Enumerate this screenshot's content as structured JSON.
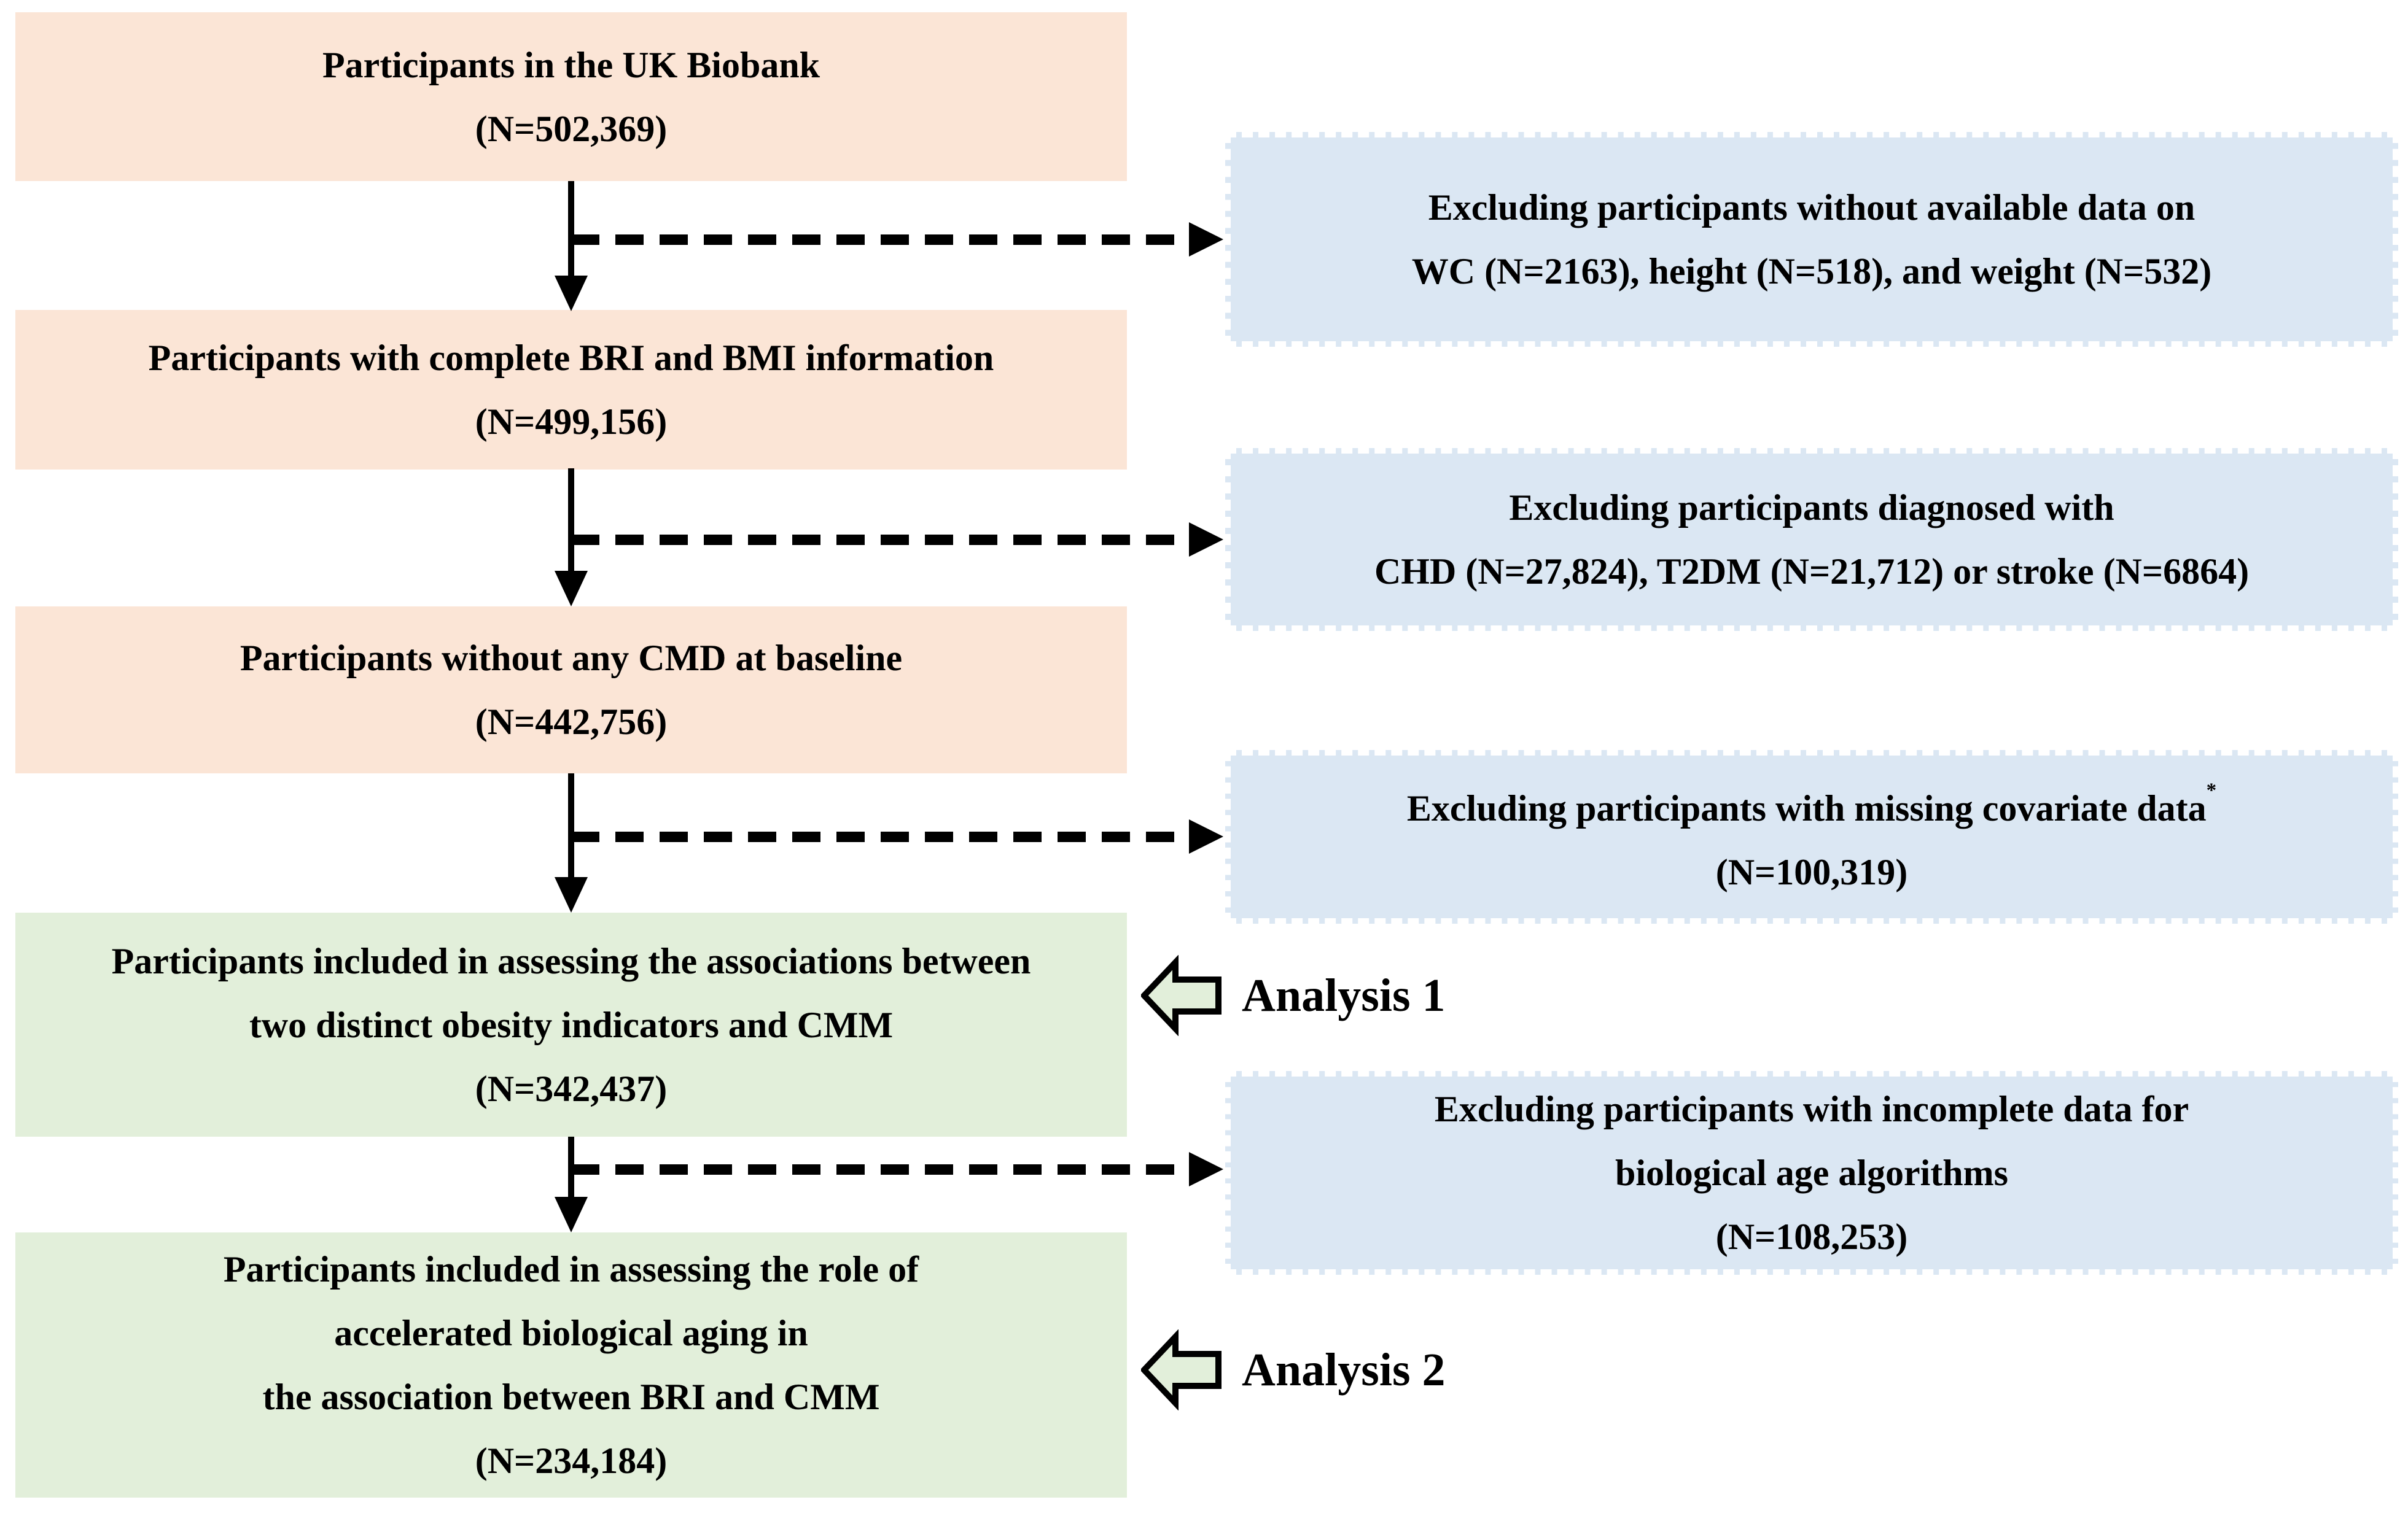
{
  "colors": {
    "peach_fill": "#fbe5d6",
    "blue_fill": "#dbe7f3",
    "green_fill": "#e2efda",
    "arrow_fill": "#e2efda",
    "line_color": "#000000"
  },
  "main_flow": [
    {
      "lines": [
        "Participants in the UK Biobank",
        "(N=502,369)"
      ]
    },
    {
      "lines": [
        "Participants with complete BRI and BMI information",
        "(N=499,156)"
      ]
    },
    {
      "lines": [
        "Participants without any CMD at baseline",
        "(N=442,756)"
      ]
    },
    {
      "lines": [
        "Participants included in assessing the associations between",
        "two distinct obesity indicators and CMM",
        "(N=342,437)"
      ]
    },
    {
      "lines": [
        "Participants included in assessing the role of",
        "accelerated biological aging in",
        "the association between BRI and CMM",
        "(N=234,184)"
      ]
    }
  ],
  "exclusion_flow": [
    {
      "lines": [
        "Excluding participants without available data on",
        "WC (N=2163), height (N=518), and weight (N=532)"
      ]
    },
    {
      "lines": [
        "Excluding participants diagnosed with",
        "CHD (N=27,824), T2DM (N=21,712) or stroke (N=6864)"
      ]
    },
    {
      "lines": [
        "Excluding participants with missing covariate data",
        "(N=100,319)"
      ],
      "superscript": "*"
    },
    {
      "lines": [
        "Excluding participants with incomplete data for",
        "biological age algorithms",
        "(N=108,253)"
      ]
    }
  ],
  "analysis_labels": [
    {
      "label": "Analysis 1"
    },
    {
      "label": "Analysis 2"
    }
  ]
}
